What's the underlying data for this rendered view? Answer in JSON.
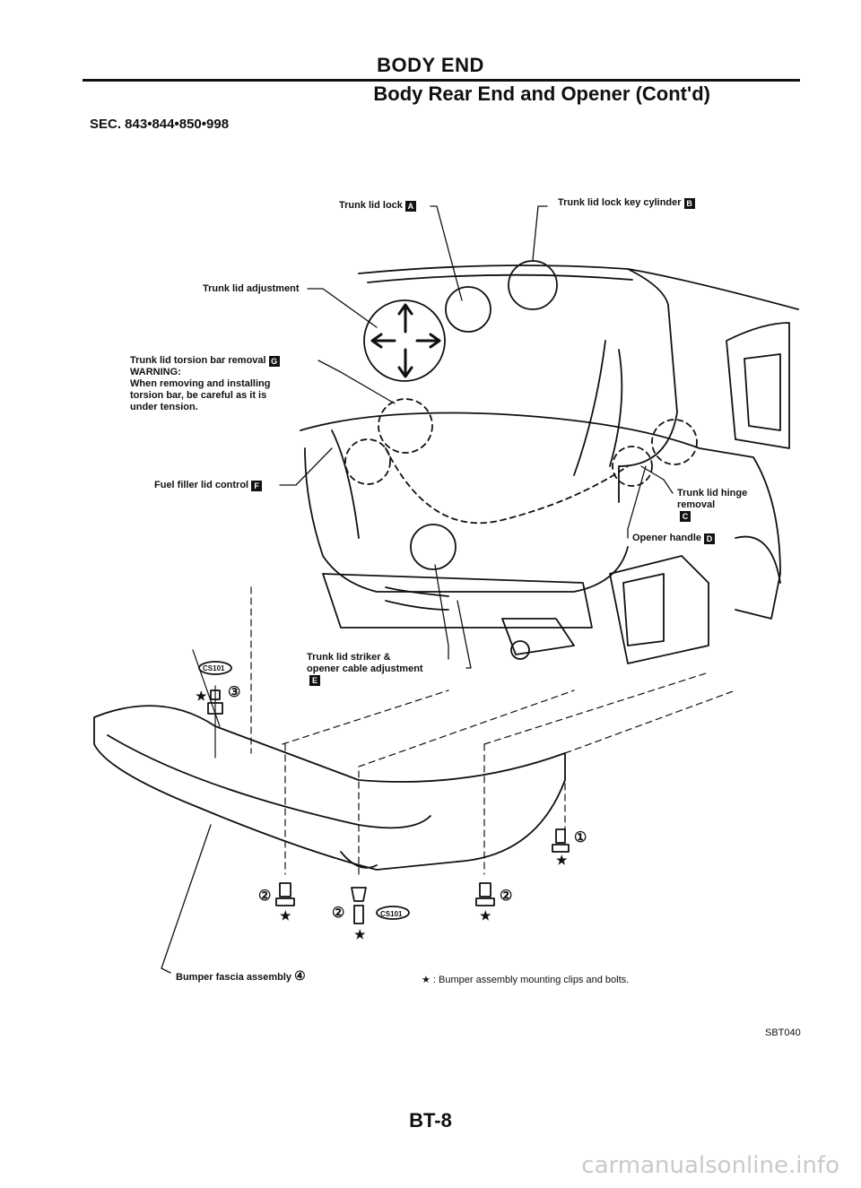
{
  "header": {
    "title": "BODY END",
    "subtitle": "Body Rear End and Opener (Cont'd)"
  },
  "section": "SEC. 843•844•850•998",
  "labels": {
    "trunk_lid_lock": {
      "text": "Trunk lid lock",
      "letter": "A"
    },
    "key_cylinder": {
      "text": "Trunk lid lock key cylinder",
      "letter": "B"
    },
    "adjustment": {
      "text": "Trunk lid adjustment"
    },
    "torsion": {
      "text": "Trunk lid torsion bar removal",
      "letter": "G",
      "warning": [
        "WARNING:",
        "When removing and installing",
        "torsion bar, be careful as it is",
        "under tension."
      ]
    },
    "fuel_filler": {
      "text": "Fuel filler lid control",
      "letter": "F"
    },
    "hinge": {
      "line1": "Trunk lid hinge",
      "line2": "removal",
      "letter": "C"
    },
    "opener_handle": {
      "text": "Opener handle",
      "letter": "D"
    },
    "striker": {
      "line1": "Trunk lid striker &",
      "line2": "opener cable adjustment",
      "letter": "E"
    },
    "bumper_fascia": {
      "text": "Bumper fascia assembly",
      "num": "④"
    }
  },
  "callouts": {
    "c1": "①",
    "c2": "②",
    "c3": "③",
    "cs101": "CS101",
    "star": "★"
  },
  "note": "★ : Bumper assembly mounting clips and bolts.",
  "figure_code": "SBT040",
  "page_number": "BT-8",
  "watermark": "carmanualsonline.info"
}
